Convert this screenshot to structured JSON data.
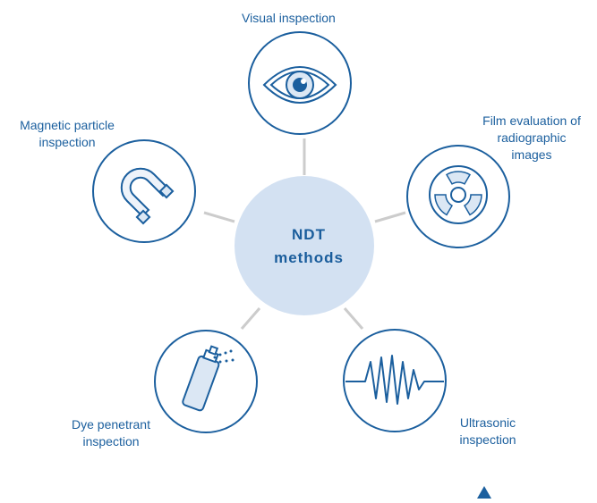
{
  "diagram": {
    "center": {
      "line1": "NDT",
      "line2": "methods"
    },
    "methods": [
      {
        "label": "Visual inspection",
        "icon": "eye-icon"
      },
      {
        "label_lines": [
          "Film evaluation of",
          "radiographic",
          "images"
        ],
        "icon": "radiation-icon"
      },
      {
        "label_lines": [
          "Ultrasonic",
          "inspection"
        ],
        "icon": "waveform-icon"
      },
      {
        "label_lines": [
          "Dye penetrant",
          "inspection"
        ],
        "icon": "spray-can-icon"
      },
      {
        "label_lines": [
          "Magnetic particle",
          "inspection"
        ],
        "icon": "magnet-icon"
      }
    ]
  },
  "colors": {
    "accent": "#1b5f9e",
    "center_fill": "#d3e1f2",
    "connector": "#cccccc"
  }
}
